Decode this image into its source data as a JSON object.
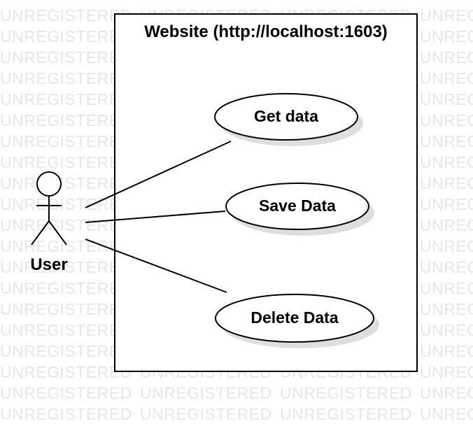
{
  "watermark": "UNREGISTERED",
  "system": {
    "title": "Website (http://localhost:1603)"
  },
  "actor": {
    "label": "User"
  },
  "use_cases": [
    {
      "label": "Get data"
    },
    {
      "label": "Save Data"
    },
    {
      "label": "Delete Data"
    }
  ],
  "colors": {
    "stroke": "#000000",
    "fill": "#ffffff",
    "shadow": "#dedede",
    "watermark": "#e6e6e6"
  }
}
